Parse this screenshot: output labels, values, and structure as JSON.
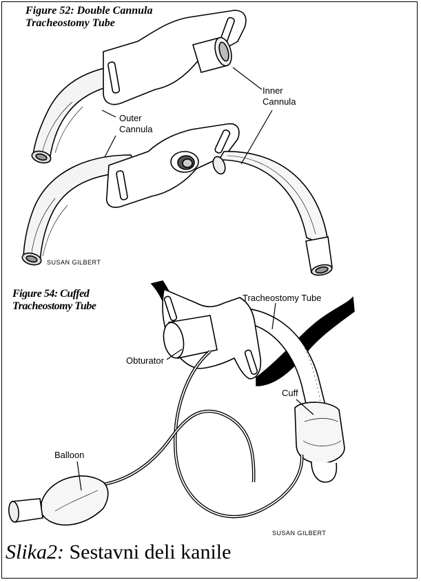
{
  "figure52": {
    "title_line1": "Figure 52: Double Cannula",
    "title_line2": "Tracheostomy Tube",
    "labels": {
      "inner_cannula_line1": "Inner",
      "inner_cannula_line2": "Cannula",
      "outer_cannula_line1": "Outer",
      "outer_cannula_line2": "Cannula"
    },
    "credit": "SUSAN GILBERT"
  },
  "figure54": {
    "title_line1": "Figure 54: Cuffed",
    "title_line2": "Tracheostomy Tube",
    "labels": {
      "tracheostomy_tube": "Tracheostomy Tube",
      "obturator": "Obturator",
      "cuff": "Cuff",
      "balloon": "Balloon"
    },
    "credit": "SUSAN GILBERT"
  },
  "caption": {
    "prefix": "Slika2:",
    "text": "Sestavni deli kanile"
  }
}
